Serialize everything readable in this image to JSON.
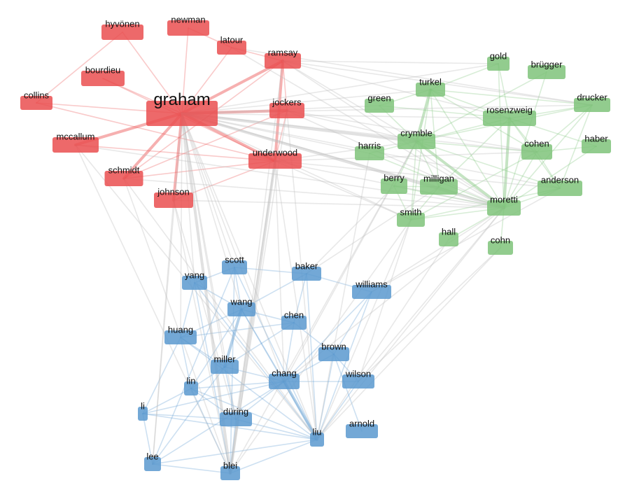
{
  "colors": {
    "group1": "#ea4f50",
    "group2": "#7fc37a",
    "group3": "#5a99cf",
    "inter_edge": "#bdbdbd"
  },
  "groups": [
    "group1",
    "group2",
    "group3"
  ],
  "nodes": [
    {
      "id": "graham",
      "label": "graham",
      "group": "group1"
    },
    {
      "id": "hyvonen",
      "label": "hyvönen",
      "group": "group1"
    },
    {
      "id": "newman",
      "label": "newman",
      "group": "group1"
    },
    {
      "id": "latour",
      "label": "latour",
      "group": "group1"
    },
    {
      "id": "ramsay",
      "label": "ramsay",
      "group": "group1"
    },
    {
      "id": "bourdieu",
      "label": "bourdieu",
      "group": "group1"
    },
    {
      "id": "collins",
      "label": "collins",
      "group": "group1"
    },
    {
      "id": "jockers",
      "label": "jockers",
      "group": "group1"
    },
    {
      "id": "mccallum",
      "label": "mccallum",
      "group": "group1"
    },
    {
      "id": "underwood",
      "label": "underwood",
      "group": "group1"
    },
    {
      "id": "schmidt",
      "label": "schmidt",
      "group": "group1"
    },
    {
      "id": "johnson",
      "label": "johnson",
      "group": "group1"
    },
    {
      "id": "gold",
      "label": "gold",
      "group": "group2"
    },
    {
      "id": "brugger",
      "label": "brügger",
      "group": "group2"
    },
    {
      "id": "turkel",
      "label": "turkel",
      "group": "group2"
    },
    {
      "id": "green",
      "label": "green",
      "group": "group2"
    },
    {
      "id": "drucker",
      "label": "drucker",
      "group": "group2"
    },
    {
      "id": "rosenzweig",
      "label": "rosenzweig",
      "group": "group2"
    },
    {
      "id": "crymble",
      "label": "crymble",
      "group": "group2"
    },
    {
      "id": "harris",
      "label": "harris",
      "group": "group2"
    },
    {
      "id": "cohen",
      "label": "cohen",
      "group": "group2"
    },
    {
      "id": "haber",
      "label": "haber",
      "group": "group2"
    },
    {
      "id": "berry",
      "label": "berry",
      "group": "group2"
    },
    {
      "id": "milligan",
      "label": "milligan",
      "group": "group2"
    },
    {
      "id": "anderson",
      "label": "anderson",
      "group": "group2"
    },
    {
      "id": "moretti",
      "label": "moretti",
      "group": "group2"
    },
    {
      "id": "smith",
      "label": "smith",
      "group": "group2"
    },
    {
      "id": "hall",
      "label": "hall",
      "group": "group2"
    },
    {
      "id": "cohn",
      "label": "cohn",
      "group": "group2"
    },
    {
      "id": "scott",
      "label": "scott",
      "group": "group3"
    },
    {
      "id": "baker",
      "label": "baker",
      "group": "group3"
    },
    {
      "id": "yang",
      "label": "yang",
      "group": "group3"
    },
    {
      "id": "williams",
      "label": "williams",
      "group": "group3"
    },
    {
      "id": "wang",
      "label": "wang",
      "group": "group3"
    },
    {
      "id": "chen",
      "label": "chen",
      "group": "group3"
    },
    {
      "id": "huang",
      "label": "huang",
      "group": "group3"
    },
    {
      "id": "brown",
      "label": "brown",
      "group": "group3"
    },
    {
      "id": "miller",
      "label": "miller",
      "group": "group3"
    },
    {
      "id": "chang",
      "label": "chang",
      "group": "group3"
    },
    {
      "id": "wilson",
      "label": "wilson",
      "group": "group3"
    },
    {
      "id": "lin",
      "label": "lin",
      "group": "group3"
    },
    {
      "id": "li",
      "label": "li",
      "group": "group3"
    },
    {
      "id": "during",
      "label": "düring",
      "group": "group3"
    },
    {
      "id": "arnold",
      "label": "arnold",
      "group": "group3"
    },
    {
      "id": "liu",
      "label": "liu",
      "group": "group3"
    },
    {
      "id": "lee",
      "label": "lee",
      "group": "group3"
    },
    {
      "id": "blei",
      "label": "blei",
      "group": "group3"
    }
  ],
  "edges": [
    [
      "graham",
      "hyvonen"
    ],
    [
      "graham",
      "newman"
    ],
    [
      "graham",
      "latour"
    ],
    [
      "graham",
      "ramsay"
    ],
    [
      "graham",
      "bourdieu"
    ],
    [
      "graham",
      "collins"
    ],
    [
      "graham",
      "jockers"
    ],
    [
      "graham",
      "mccallum"
    ],
    [
      "graham",
      "underwood"
    ],
    [
      "graham",
      "schmidt"
    ],
    [
      "graham",
      "johnson"
    ],
    [
      "hyvonen",
      "collins"
    ],
    [
      "newman",
      "latour"
    ],
    [
      "latour",
      "ramsay"
    ],
    [
      "ramsay",
      "jockers"
    ],
    [
      "ramsay",
      "underwood"
    ],
    [
      "jockers",
      "underwood"
    ],
    [
      "mccallum",
      "underwood"
    ],
    [
      "schmidt",
      "underwood"
    ],
    [
      "schmidt",
      "jockers"
    ],
    [
      "johnson",
      "underwood"
    ],
    [
      "bourdieu",
      "underwood"
    ],
    [
      "ramsay",
      "schmidt"
    ],
    [
      "collins",
      "underwood"
    ],
    [
      "gold",
      "turkel"
    ],
    [
      "gold",
      "rosenzweig"
    ],
    [
      "gold",
      "moretti"
    ],
    [
      "brugger",
      "crymble"
    ],
    [
      "brugger",
      "moretti"
    ],
    [
      "turkel",
      "green"
    ],
    [
      "turkel",
      "crymble"
    ],
    [
      "turkel",
      "rosenzweig"
    ],
    [
      "turkel",
      "cohen"
    ],
    [
      "turkel",
      "moretti"
    ],
    [
      "turkel",
      "milligan"
    ],
    [
      "turkel",
      "smith"
    ],
    [
      "turkel",
      "drucker"
    ],
    [
      "green",
      "rosenzweig"
    ],
    [
      "green",
      "crymble"
    ],
    [
      "drucker",
      "rosenzweig"
    ],
    [
      "drucker",
      "cohen"
    ],
    [
      "drucker",
      "moretti"
    ],
    [
      "drucker",
      "anderson"
    ],
    [
      "drucker",
      "crymble"
    ],
    [
      "rosenzweig",
      "crymble"
    ],
    [
      "rosenzweig",
      "cohen"
    ],
    [
      "rosenzweig",
      "moretti"
    ],
    [
      "rosenzweig",
      "anderson"
    ],
    [
      "rosenzweig",
      "milligan"
    ],
    [
      "rosenzweig",
      "haber"
    ],
    [
      "crymble",
      "harris"
    ],
    [
      "crymble",
      "cohen"
    ],
    [
      "crymble",
      "berry"
    ],
    [
      "crymble",
      "milligan"
    ],
    [
      "crymble",
      "moretti"
    ],
    [
      "crymble",
      "smith"
    ],
    [
      "crymble",
      "anderson"
    ],
    [
      "harris",
      "moretti"
    ],
    [
      "cohen",
      "anderson"
    ],
    [
      "cohen",
      "moretti"
    ],
    [
      "cohen",
      "haber"
    ],
    [
      "berry",
      "moretti"
    ],
    [
      "berry",
      "smith"
    ],
    [
      "milligan",
      "moretti"
    ],
    [
      "milligan",
      "smith"
    ],
    [
      "anderson",
      "moretti"
    ],
    [
      "moretti",
      "smith"
    ],
    [
      "moretti",
      "hall"
    ],
    [
      "moretti",
      "cohn"
    ],
    [
      "smith",
      "cohen"
    ],
    [
      "haber",
      "moretti"
    ],
    [
      "anderson",
      "smith"
    ],
    [
      "berry",
      "milligan"
    ],
    [
      "scott",
      "yang"
    ],
    [
      "scott",
      "wang"
    ],
    [
      "scott",
      "baker"
    ],
    [
      "scott",
      "liu"
    ],
    [
      "scott",
      "blei"
    ],
    [
      "baker",
      "williams"
    ],
    [
      "baker",
      "chen"
    ],
    [
      "baker",
      "wang"
    ],
    [
      "baker",
      "liu"
    ],
    [
      "yang",
      "wang"
    ],
    [
      "yang",
      "huang"
    ],
    [
      "yang",
      "liu"
    ],
    [
      "wang",
      "chen"
    ],
    [
      "wang",
      "huang"
    ],
    [
      "wang",
      "miller"
    ],
    [
      "wang",
      "chang"
    ],
    [
      "wang",
      "liu"
    ],
    [
      "wang",
      "lin"
    ],
    [
      "chen",
      "huang"
    ],
    [
      "chen",
      "brown"
    ],
    [
      "chen",
      "miller"
    ],
    [
      "chen",
      "chang"
    ],
    [
      "huang",
      "lin"
    ],
    [
      "huang",
      "miller"
    ],
    [
      "huang",
      "li"
    ],
    [
      "huang",
      "liu"
    ],
    [
      "miller",
      "chang"
    ],
    [
      "miller",
      "lin"
    ],
    [
      "miller",
      "during"
    ],
    [
      "miller",
      "lee"
    ],
    [
      "brown",
      "chang"
    ],
    [
      "brown",
      "wilson"
    ],
    [
      "brown",
      "liu"
    ],
    [
      "brown",
      "williams"
    ],
    [
      "chang",
      "wilson"
    ],
    [
      "chang",
      "liu"
    ],
    [
      "chang",
      "lin"
    ],
    [
      "chang",
      "during"
    ],
    [
      "chang",
      "lee"
    ],
    [
      "wilson",
      "liu"
    ],
    [
      "lin",
      "li"
    ],
    [
      "lin",
      "during"
    ],
    [
      "lin",
      "liu"
    ],
    [
      "lin",
      "blei"
    ],
    [
      "li",
      "lee"
    ],
    [
      "li",
      "during"
    ],
    [
      "li",
      "liu"
    ],
    [
      "li",
      "chang"
    ],
    [
      "during",
      "liu"
    ],
    [
      "during",
      "blei"
    ],
    [
      "lee",
      "blei"
    ],
    [
      "lee",
      "liu"
    ],
    [
      "blei",
      "liu"
    ],
    [
      "arnold",
      "brown"
    ],
    [
      "williams",
      "liu"
    ],
    [
      "williams",
      "chang"
    ],
    [
      "yang",
      "blei"
    ],
    [
      "scott",
      "lee"
    ],
    [
      "graham",
      "crymble"
    ],
    [
      "graham",
      "moretti"
    ],
    [
      "graham",
      "rosenzweig"
    ],
    [
      "graham",
      "turkel"
    ],
    [
      "graham",
      "cohen"
    ],
    [
      "graham",
      "smith"
    ],
    [
      "graham",
      "milligan"
    ],
    [
      "graham",
      "anderson"
    ],
    [
      "graham",
      "green"
    ],
    [
      "graham",
      "harris"
    ],
    [
      "graham",
      "gold"
    ],
    [
      "graham",
      "drucker"
    ],
    [
      "ramsay",
      "moretti"
    ],
    [
      "ramsay",
      "drucker"
    ],
    [
      "ramsay",
      "rosenzweig"
    ],
    [
      "ramsay",
      "crymble"
    ],
    [
      "ramsay",
      "gold"
    ],
    [
      "jockers",
      "moretti"
    ],
    [
      "jockers",
      "crymble"
    ],
    [
      "jockers",
      "cohen"
    ],
    [
      "underwood",
      "moretti"
    ],
    [
      "underwood",
      "smith"
    ],
    [
      "underwood",
      "cohen"
    ],
    [
      "underwood",
      "anderson"
    ],
    [
      "underwood",
      "crymble"
    ],
    [
      "latour",
      "moretti"
    ],
    [
      "latour",
      "drucker"
    ],
    [
      "johnson",
      "moretti"
    ],
    [
      "mccallum",
      "moretti"
    ],
    [
      "schmidt",
      "moretti"
    ],
    [
      "graham",
      "blei"
    ],
    [
      "graham",
      "during"
    ],
    [
      "graham",
      "liu"
    ],
    [
      "graham",
      "chang"
    ],
    [
      "graham",
      "miller"
    ],
    [
      "graham",
      "yang"
    ],
    [
      "graham",
      "wang"
    ],
    [
      "graham",
      "scott"
    ],
    [
      "graham",
      "lee"
    ],
    [
      "graham",
      "huang"
    ],
    [
      "underwood",
      "blei"
    ],
    [
      "underwood",
      "liu"
    ],
    [
      "underwood",
      "chang"
    ],
    [
      "underwood",
      "during"
    ],
    [
      "jockers",
      "blei"
    ],
    [
      "jockers",
      "liu"
    ],
    [
      "ramsay",
      "blei"
    ],
    [
      "schmidt",
      "blei"
    ],
    [
      "schmidt",
      "liu"
    ],
    [
      "mccallum",
      "liu"
    ],
    [
      "mccallum",
      "blei"
    ],
    [
      "johnson",
      "blei"
    ],
    [
      "johnson",
      "during"
    ],
    [
      "johnson",
      "lee"
    ],
    [
      "moretti",
      "liu"
    ],
    [
      "moretti",
      "chang"
    ],
    [
      "moretti",
      "williams"
    ],
    [
      "moretti",
      "wilson"
    ],
    [
      "smith",
      "wilson"
    ],
    [
      "smith",
      "liu"
    ],
    [
      "crymble",
      "chang"
    ],
    [
      "crymble",
      "blei"
    ],
    [
      "cohn",
      "liu"
    ],
    [
      "cohn",
      "wilson"
    ],
    [
      "hall",
      "liu"
    ],
    [
      "anderson",
      "williams"
    ],
    [
      "milligan",
      "baker"
    ],
    [
      "berry",
      "baker"
    ],
    [
      "smith",
      "blei"
    ],
    [
      "harris",
      "liu"
    ]
  ],
  "heavy_edges": [
    [
      "graham",
      "jockers"
    ],
    [
      "graham",
      "underwood"
    ],
    [
      "graham",
      "ramsay"
    ],
    [
      "graham",
      "blei"
    ],
    [
      "graham",
      "mccallum"
    ],
    [
      "graham",
      "johnson"
    ],
    [
      "graham",
      "schmidt"
    ],
    [
      "ramsay",
      "underwood"
    ],
    [
      "graham",
      "moretti"
    ],
    [
      "graham",
      "crymble"
    ],
    [
      "crymble",
      "moretti"
    ],
    [
      "rosenzweig",
      "moretti"
    ],
    [
      "turkel",
      "crymble"
    ],
    [
      "underwood",
      "blei"
    ],
    [
      "chang",
      "liu"
    ],
    [
      "wang",
      "miller"
    ]
  ]
}
